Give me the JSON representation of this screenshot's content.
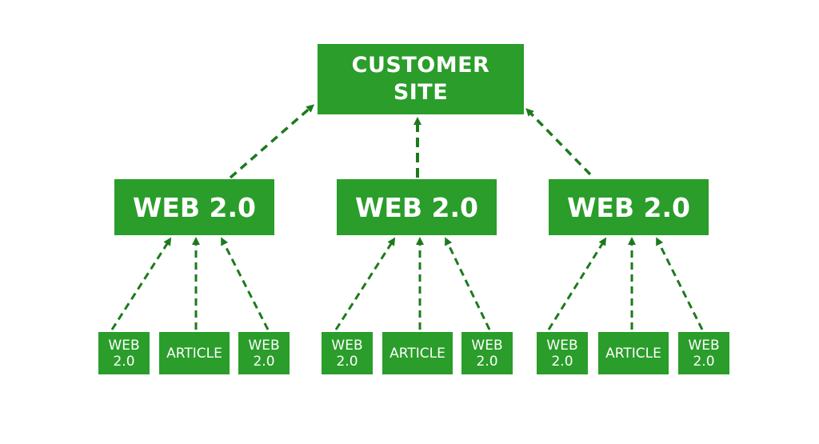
{
  "colors": {
    "box_fill": "#2a9d2a",
    "arrow": "#1c7a1c",
    "text": "#ffffff"
  },
  "root": {
    "line1": "CUSTOMER",
    "line2": "SITE"
  },
  "mid_nodes": [
    {
      "label": "WEB 2.0"
    },
    {
      "label": "WEB 2.0"
    },
    {
      "label": "WEB 2.0"
    }
  ],
  "leaf_groups": [
    {
      "left": {
        "line1": "WEB",
        "line2": "2.0"
      },
      "center": {
        "label": "ARTICLE"
      },
      "right": {
        "line1": "WEB",
        "line2": "2.0"
      }
    },
    {
      "left": {
        "line1": "WEB",
        "line2": "2.0"
      },
      "center": {
        "label": "ARTICLE"
      },
      "right": {
        "line1": "WEB",
        "line2": "2.0"
      }
    },
    {
      "left": {
        "line1": "WEB",
        "line2": "2.0"
      },
      "center": {
        "label": "ARTICLE"
      },
      "right": {
        "line1": "WEB",
        "line2": "2.0"
      }
    }
  ]
}
